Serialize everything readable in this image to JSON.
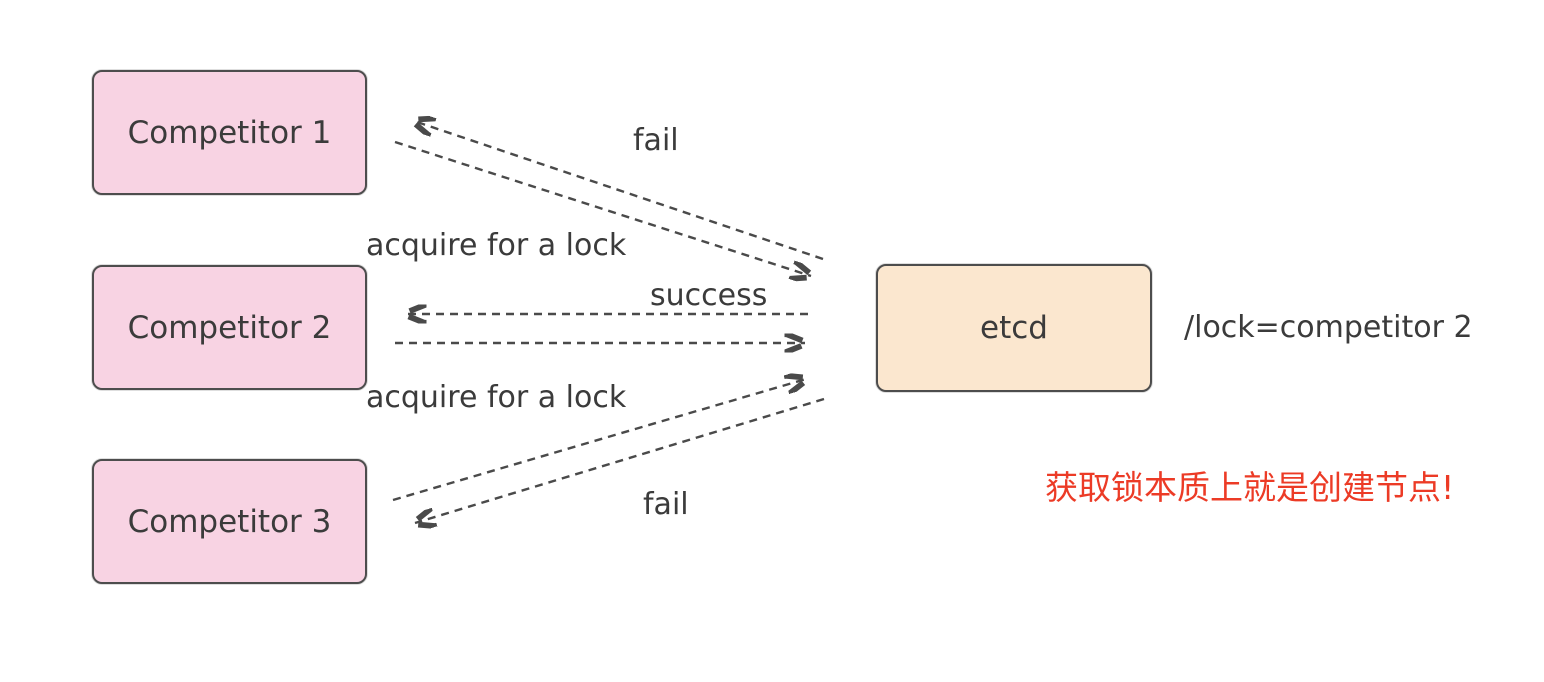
{
  "nodes": {
    "competitor1": "Competitor 1",
    "competitor2": "Competitor 2",
    "competitor3": "Competitor 3",
    "etcd": "etcd"
  },
  "labels": {
    "fail_top": "fail",
    "acquire_top": "acquire for a lock",
    "success": "success",
    "acquire_bottom": "acquire for a lock",
    "fail_bottom": "fail"
  },
  "annotations": {
    "lock_key": "/lock=competitor 2",
    "note": "获取锁本质上就是创建节点!"
  },
  "colors": {
    "competitor_fill": "#f8d3e3",
    "etcd_fill": "#fbe7cf",
    "box_border": "#4d4d4d",
    "arrow": "#4a4a4a",
    "text": "#3b3b3b",
    "note_red": "#ec3b26"
  }
}
